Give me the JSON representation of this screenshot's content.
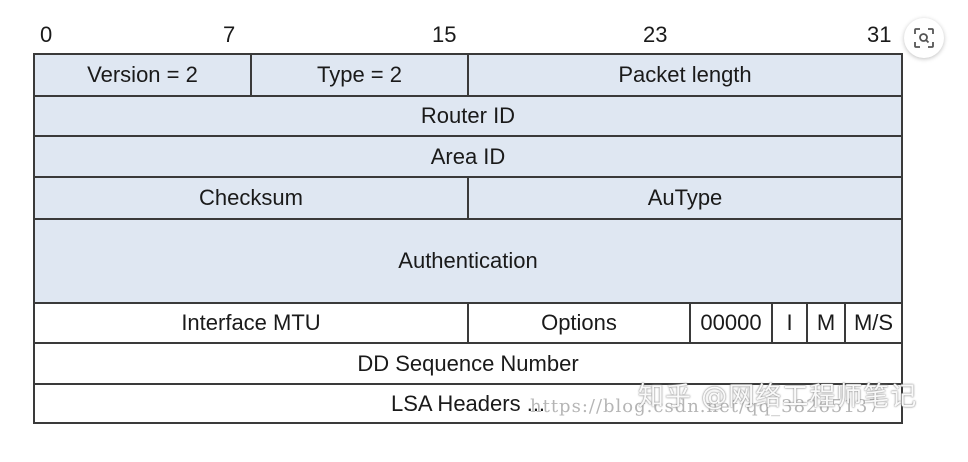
{
  "bit_labels": [
    "0",
    "7",
    "15",
    "23",
    "31"
  ],
  "rows": [
    {
      "cells": [
        "Version = 2",
        "Type = 2",
        "Packet length"
      ]
    },
    {
      "cells": [
        "Router ID"
      ]
    },
    {
      "cells": [
        "Area ID"
      ]
    },
    {
      "cells": [
        "Checksum",
        "AuType"
      ]
    },
    {
      "cells": [
        "Authentication"
      ]
    },
    {
      "cells": [
        "Interface MTU",
        "Options",
        "00000",
        "I",
        "M",
        "M/S"
      ]
    },
    {
      "cells": [
        "DD Sequence Number"
      ]
    },
    {
      "cells": [
        "LSA Headers ..."
      ]
    }
  ],
  "colors": {
    "shaded": "#dfe7f2",
    "border": "#3a3a3a",
    "background": "#ffffff"
  },
  "watermark": {
    "text": "知乎 @网络工程师笔记",
    "url": "https://blog.csdn.net/qq_38265137"
  },
  "icons": {
    "lens": "visual-search-icon"
  }
}
